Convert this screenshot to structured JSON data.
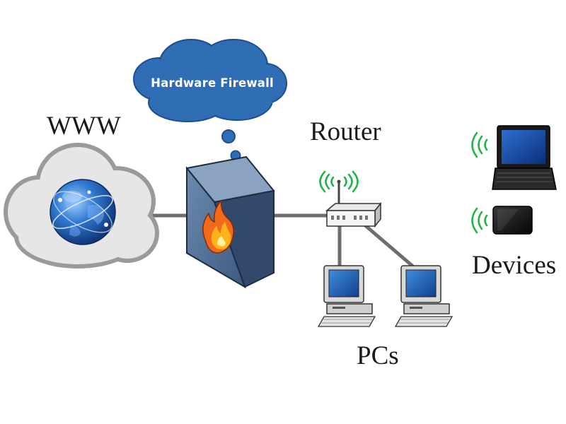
{
  "labels": {
    "cloud_callout": "Hardware Firewall",
    "internet": "WWW",
    "router": "Router",
    "devices": "Devices",
    "pcs": "PCs"
  },
  "colors": {
    "callout_cloud": "#2f6db5",
    "callout_cloud_edge": "#1d4f8f",
    "internet_cloud": "#e6e6e6",
    "internet_cloud_edge": "#9a9a9a",
    "firewall_box": "#4c6b91",
    "connection_line": "#6e6e6e",
    "wifi_signal": "#22b34a",
    "flame": "#f26b1d"
  },
  "icons": [
    "globe-icon",
    "firewall-server-icon",
    "flame-icon",
    "router-icon",
    "wifi-signal-icon",
    "laptop-icon",
    "tablet-icon",
    "desktop-pc-icon"
  ]
}
